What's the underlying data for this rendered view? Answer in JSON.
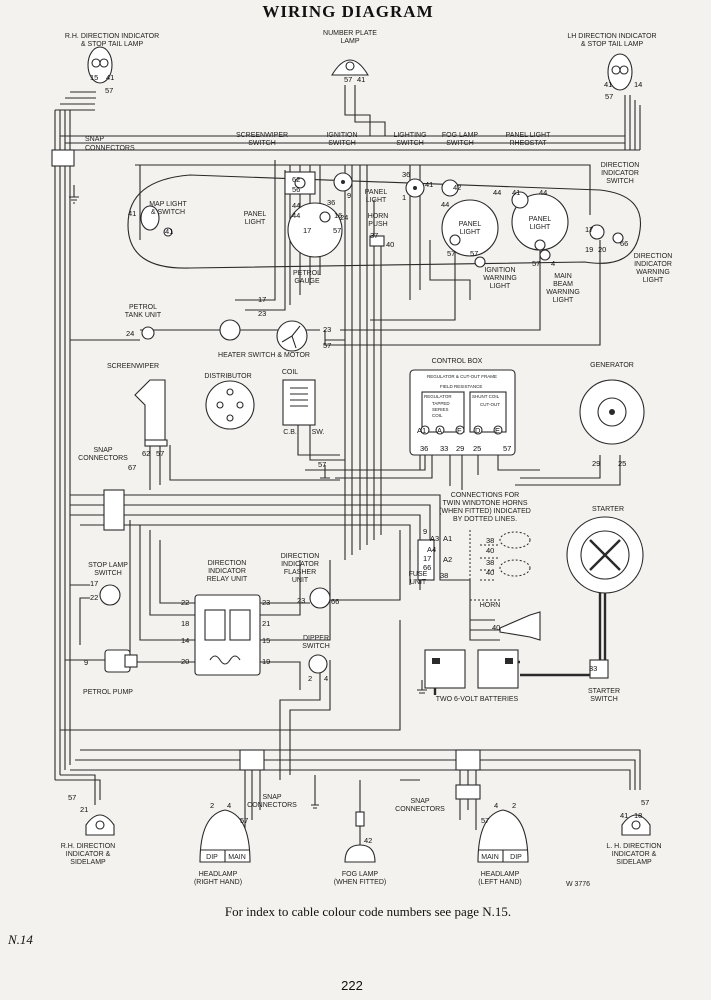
{
  "header": {
    "title": "WIRING DIAGRAM"
  },
  "labels": {
    "rh_ind_1": "R.H. DIRECTION INDICATOR",
    "rh_ind_2": "& STOP TAIL LAMP",
    "lh_ind_1": "LH DIRECTION INDICATOR",
    "lh_ind_2": "& STOP TAIL LAMP",
    "number_plate_1": "NUMBER PLATE",
    "number_plate_2": "LAMP",
    "snap_connectors_top_1": "SNAP",
    "snap_connectors_top_2": "CONNECTORS",
    "screenwiper_switch_1": "SCREENWIPER",
    "screenwiper_switch_2": "SWITCH",
    "ignition_switch_1": "IGNITION",
    "ignition_switch_2": "SWITCH",
    "lighting_switch_1": "LIGHTING",
    "lighting_switch_2": "SWITCH",
    "fog_lamp_switch_1": "FOG LAMP",
    "fog_lamp_switch_2": "SWITCH",
    "panel_light_rheostat_1": "PANEL LIGHT",
    "panel_light_rheostat_2": "RHEOSTAT",
    "direction_indicator_switch_1": "DIRECTION",
    "direction_indicator_switch_2": "INDICATOR",
    "direction_indicator_switch_3": "SWITCH",
    "map_light_1": "MAP LIGHT",
    "map_light_2": "& SWITCH",
    "panel_light_left_1": "PANEL",
    "panel_light_left_2": "LIGHT",
    "panel_light_mid_1": "PANEL",
    "panel_light_mid_2": "LIGHT",
    "horn_push_1": "HORN",
    "horn_push_2": "PUSH",
    "panel_light_a_1": "PANEL",
    "panel_light_a_2": "LIGHT",
    "panel_light_b_1": "PANEL",
    "panel_light_b_2": "LIGHT",
    "petrol_gauge_1": "PETROL",
    "petrol_gauge_2": "GAUGE",
    "ignition_warning_1": "IGNITION",
    "ignition_warning_2": "WARNING",
    "ignition_warning_3": "LIGHT",
    "main_beam_1": "MAIN",
    "main_beam_2": "BEAM",
    "main_beam_3": "WARNING",
    "main_beam_4": "LIGHT",
    "dir_warning_1": "DIRECTION",
    "dir_warning_2": "INDICATOR",
    "dir_warning_3": "WARNING",
    "dir_warning_4": "LIGHT",
    "petrol_tank_1": "PETROL",
    "petrol_tank_2": "TANK UNIT",
    "heater": "HEATER SWITCH & MOTOR",
    "screenwiper": "SCREENWIPER",
    "distributor": "DISTRIBUTOR",
    "coil": "COIL",
    "control_box": "CONTROL BOX",
    "generator": "GENERATOR",
    "snap_connectors_mid_1": "SNAP",
    "snap_connectors_mid_2": "CONNECTORS",
    "horns_note_1": "CONNECTIONS FOR",
    "horns_note_2": "TWIN WINDTONE HORNS",
    "horns_note_3": "(WHEN FITTED) INDICATED",
    "horns_note_4": "BY DOTTED LINES.",
    "starter": "STARTER",
    "stop_lamp_switch_1": "STOP LAMP",
    "stop_lamp_switch_2": "SWITCH",
    "relay_1": "DIRECTION",
    "relay_2": "INDICATOR",
    "relay_3": "RELAY UNIT",
    "flasher_1": "DIRECTION",
    "flasher_2": "INDICATOR",
    "flasher_3": "FLASHER",
    "flasher_4": "UNIT",
    "fuse_unit_1": "FUSE",
    "fuse_unit_2": "UNIT",
    "horn": "HORN",
    "dipper_1": "DIPPER",
    "dipper_2": "SWITCH",
    "batteries": "TWO 6-VOLT BATTERIES",
    "starter_switch_1": "STARTER",
    "starter_switch_2": "SWITCH",
    "petrol_pump": "PETROL PUMP",
    "rh_side_1": "R.H. DIRECTION",
    "rh_side_2": "INDICATOR &",
    "rh_side_3": "SIDELAMP",
    "lh_side_1": "L. H. DIRECTION",
    "lh_side_2": "INDICATOR &",
    "lh_side_3": "SIDELAMP",
    "snap_bottom_left_1": "SNAP",
    "snap_bottom_left_2": "CONNECTORS",
    "snap_bottom_right_1": "SNAP",
    "snap_bottom_right_2": "CONNECTORS",
    "headlamp_rh_1": "HEADLAMP",
    "headlamp_rh_2": "(RIGHT HAND)",
    "headlamp_lh_1": "HEADLAMP",
    "headlamp_lh_2": "(LEFT HAND)",
    "fog_lamp_1": "FOG LAMP",
    "fog_lamp_2": "(WHEN FITTED)",
    "dip": "DIP",
    "main": "MAIN",
    "ref_code": "W 3776",
    "regulator_cutout": "REGULATOR & CUT-OUT FRAME",
    "field_resistance": "FIELD RESISTANCE",
    "regulator": "REGULATOR",
    "tapped_series_coil_1": "TAPPED",
    "tapped_series_coil_2": "SERIES",
    "tapped_series_coil_3": "COIL",
    "shunt_coil": "SHUNT COIL",
    "cut_out": "CUT-OUT",
    "cb": "C.B.",
    "sw": "SW."
  },
  "cable_numbers": {
    "n15": "15",
    "n41a": "41",
    "n57a": "57",
    "n57b": "57",
    "n41b": "41",
    "n41c": "41",
    "n14": "14",
    "n57c": "57",
    "n62": "62",
    "n56": "56",
    "n44a": "44",
    "n44b": "44",
    "n16": "16",
    "n36a": "36",
    "n24a": "24",
    "n17a": "17",
    "n57d": "57",
    "n37": "37",
    "n40a": "40",
    "n41d": "41",
    "n41e": "41",
    "n9a": "9",
    "n36b": "36",
    "n1": "1",
    "n42a": "42",
    "n44c": "44",
    "n44d": "44",
    "n41f": "41",
    "n41g": "41",
    "n44e": "44",
    "n57e": "57",
    "n57f": "57",
    "n4a": "4",
    "n57g": "57",
    "n17b": "17",
    "n19a": "19",
    "n20a": "20",
    "n66a": "66",
    "n24b": "24",
    "n17c": "17",
    "n23a": "23",
    "n23b": "23",
    "n57h": "57",
    "n67": "67",
    "n62b": "62",
    "n57i": "57",
    "n36c": "36",
    "n33a": "33",
    "n29a": "29",
    "n25a": "25",
    "n57j": "57",
    "a1": "A1",
    "a": "A",
    "f": "F",
    "d": "D",
    "e": "E",
    "n29b": "29",
    "n25b": "25",
    "n57k": "57",
    "n9b": "9",
    "a3": "A3",
    "a4": "A4",
    "n17d": "17",
    "n66b": "66",
    "n38a": "38",
    "a1b": "A1",
    "a2": "A2",
    "n38b": "38",
    "n40b": "40",
    "n38c": "38",
    "n40c": "40",
    "n40d": "40",
    "n17e": "17",
    "n22a": "22",
    "n22b": "22",
    "n23c": "23",
    "n18": "18",
    "n21": "21",
    "n14b": "14",
    "n15b": "15",
    "n20b": "20",
    "n19b": "19",
    "n23d": "23",
    "n66c": "66",
    "n9c": "9",
    "n2a": "2",
    "n4b": "4",
    "n33b": "33",
    "n57l": "57",
    "n21b": "21",
    "n2b": "2",
    "n4c": "4",
    "n57m": "57",
    "n42b": "42",
    "n57n": "57",
    "n4d": "4",
    "n2c": "2",
    "n57o": "57",
    "n41h": "41",
    "n18b": "18"
  },
  "footer": {
    "note": "For index to cable colour code numbers see page N.15.",
    "page_ref": "N.14",
    "page_number": "222"
  }
}
